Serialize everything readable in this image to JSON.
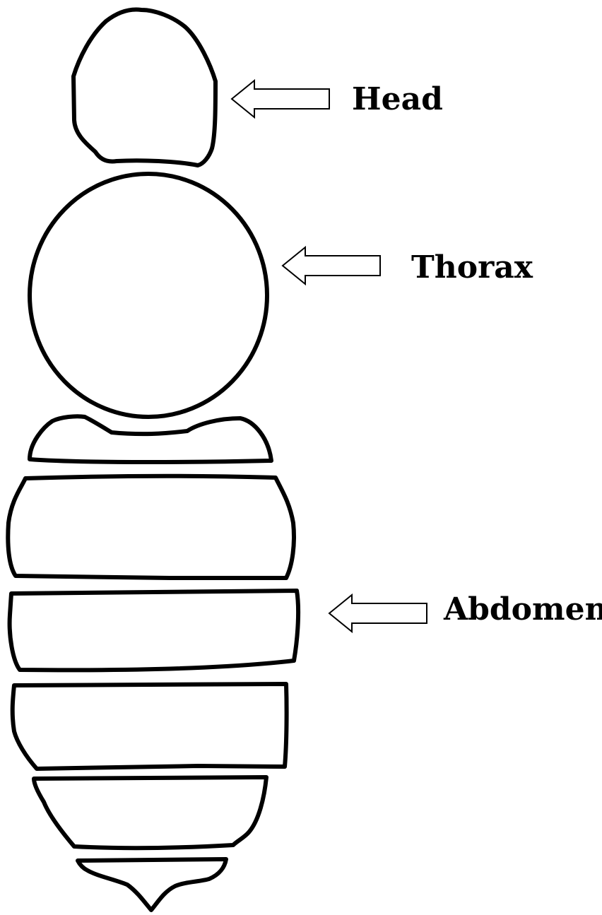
{
  "diagram": {
    "labels": {
      "head": "Head",
      "thorax": "Thorax",
      "abdomen": "Abdomen"
    },
    "colors": {
      "outline": "#000000",
      "fill": "#ffffff",
      "text": "#000000"
    }
  }
}
